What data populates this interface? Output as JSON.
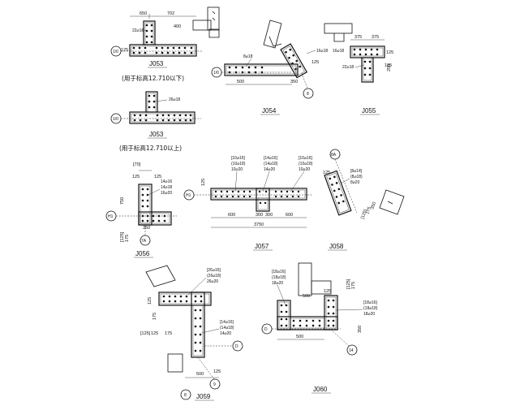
{
  "details": [
    {
      "id": "J053a",
      "label": "J053",
      "note": "(用于标高12.710以下)",
      "dims": [
        "650",
        "702",
        "400",
        "125",
        "125"
      ],
      "rebar": [
        "22⌀18"
      ],
      "axis": "1/0"
    },
    {
      "id": "J053b",
      "label": "J053",
      "note": "(用于标高12.710以上)",
      "rebar": [
        "26⌀18"
      ],
      "axis": "1/0"
    },
    {
      "id": "J054",
      "label": "J054",
      "dims": [
        "500",
        "350",
        "125"
      ],
      "rebar": [
        "8⌀18",
        "16⌀18"
      ],
      "axis": "1/0",
      "grid": "8"
    },
    {
      "id": "J055",
      "label": "J055",
      "dims": [
        "375",
        "375",
        "125",
        "125",
        "250"
      ],
      "rebar": [
        "16⌀18",
        "22⌀18"
      ]
    },
    {
      "id": "J056",
      "label": "J056",
      "dims": [
        "[70]",
        "125",
        "125",
        "750",
        "[125]",
        "175",
        "350"
      ],
      "rebar": [
        "14⌀16",
        "14⌀18",
        "16⌀20"
      ],
      "axis": "H1",
      "grid": "7A"
    },
    {
      "id": "J057",
      "label": "J057",
      "dims": [
        "125",
        "600",
        "300",
        "300",
        "600",
        "3750"
      ],
      "rebar": [
        "[10⌀16]",
        "(10⌀18)",
        "10⌀20",
        "[14⌀16]",
        "(14⌀18)",
        "14⌀20",
        "[10⌀16]",
        "(10⌀18)",
        "10⌀20"
      ],
      "axis": "H1"
    },
    {
      "id": "J058",
      "label": "J058",
      "dims": [
        "125",
        "[125]",
        "175",
        "350"
      ],
      "rebar": [
        "[8⌀14]",
        "(8⌀18)",
        "8⌀20"
      ],
      "grid": "8A"
    },
    {
      "id": "J059",
      "label": "J059",
      "dims": [
        "125",
        "175",
        "[125]",
        "125",
        "175",
        "500",
        "125"
      ],
      "rebar": [
        "[26⌀16]",
        "(26⌀18)",
        "26⌀20",
        "[14⌀16]",
        "(14⌀18)",
        "14⌀20"
      ],
      "grid": [
        "D",
        "9",
        "8"
      ]
    },
    {
      "id": "J060",
      "label": "J060",
      "dims": [
        "500",
        "500",
        "125",
        "[125]",
        "175",
        "350"
      ],
      "rebar": [
        "[18⌀16]",
        "(18⌀18)",
        "18⌀20",
        "[18⌀16]",
        "(18⌀18)",
        "18⌀20"
      ],
      "grid": [
        "D",
        "14"
      ]
    }
  ]
}
